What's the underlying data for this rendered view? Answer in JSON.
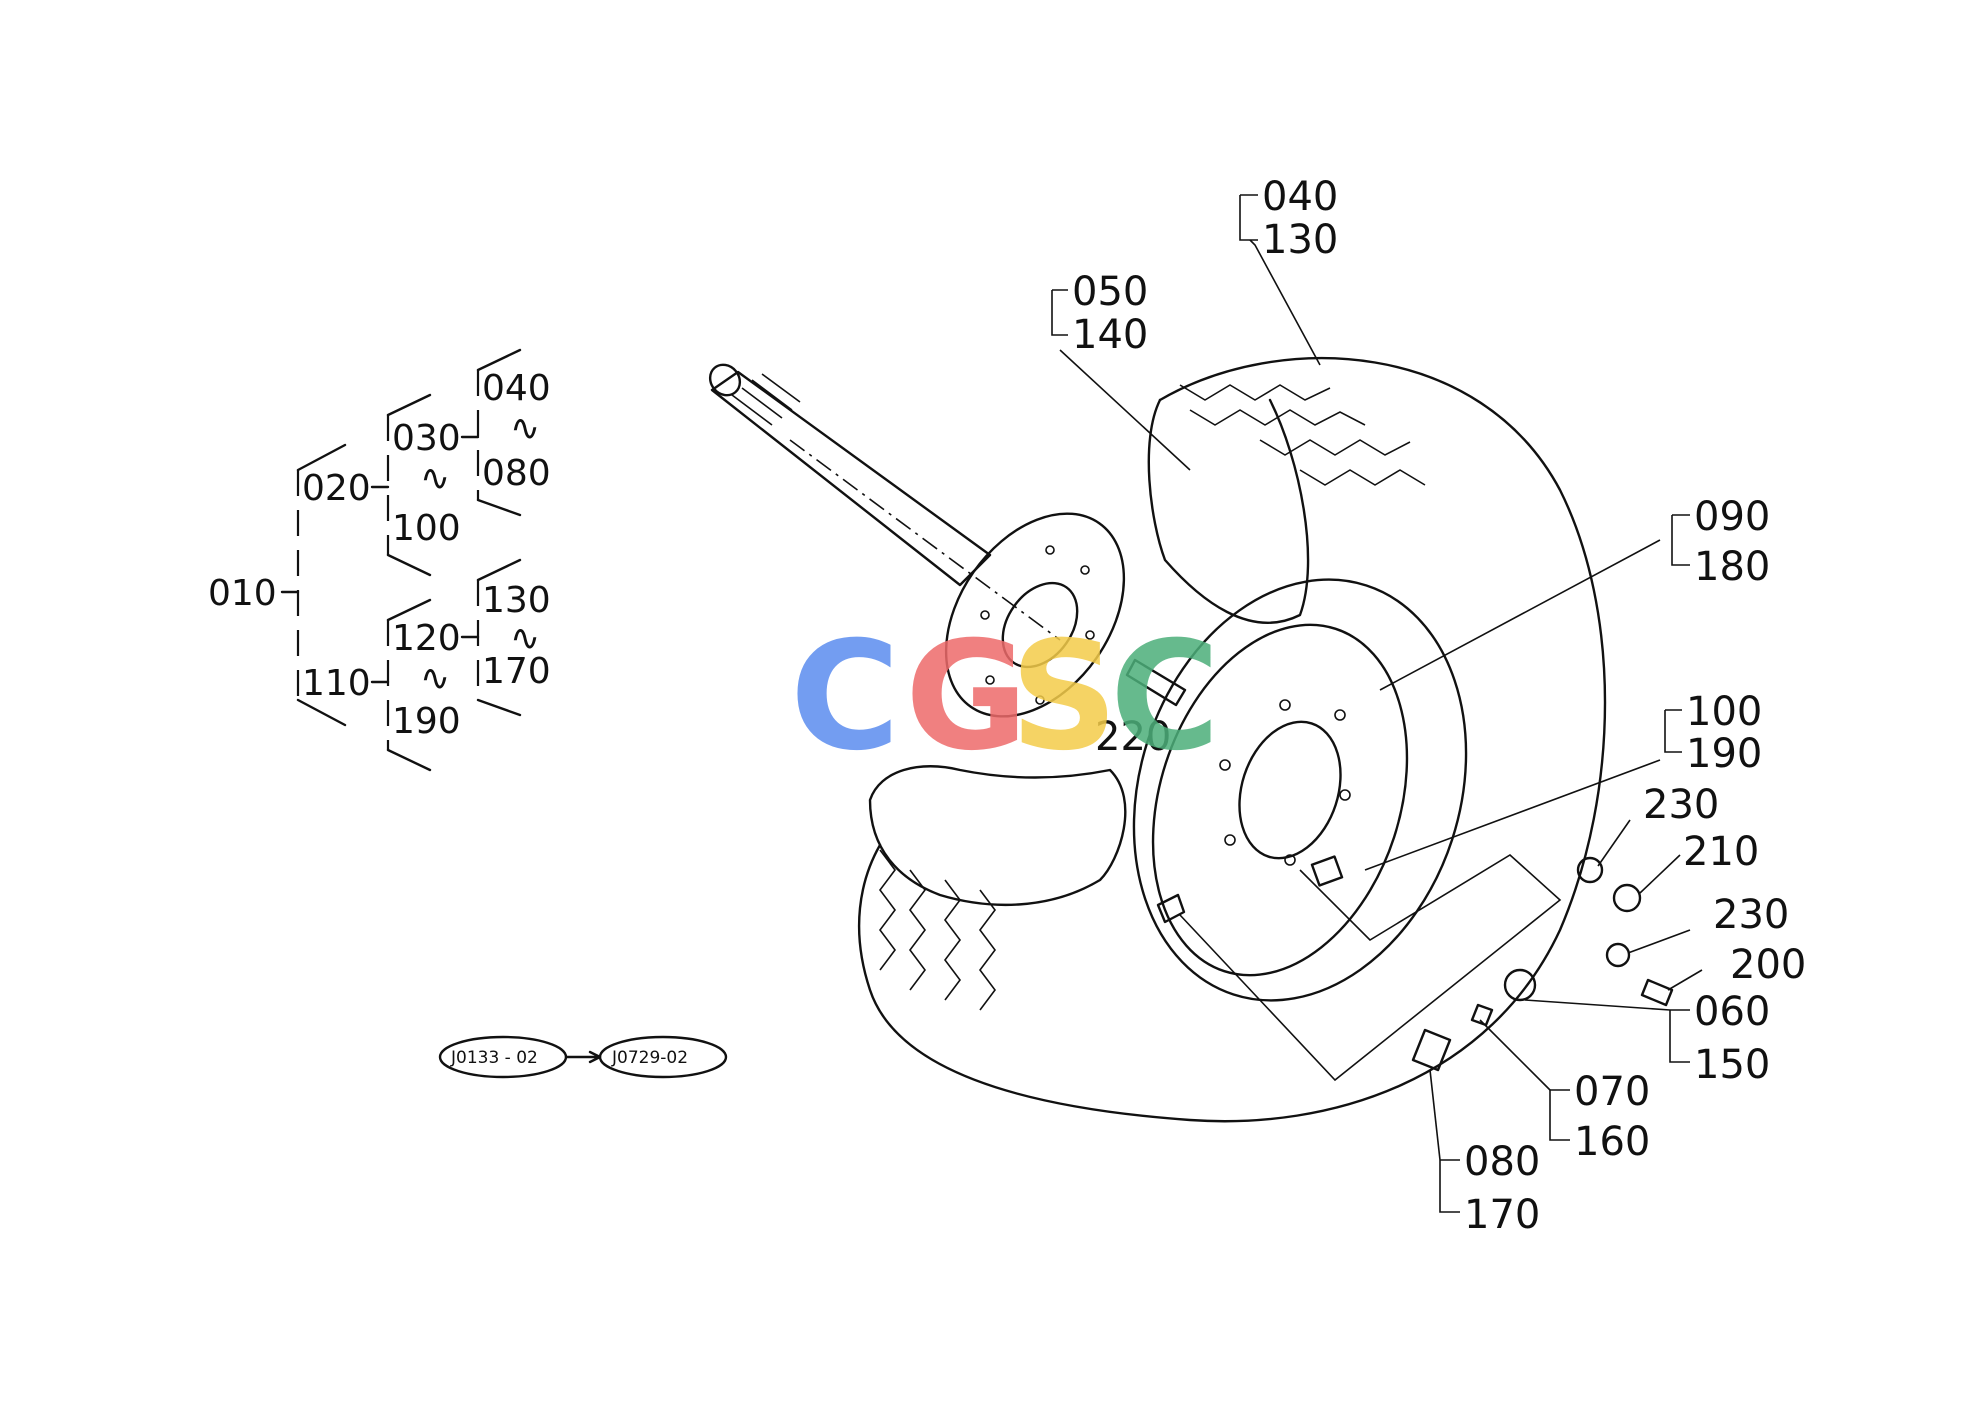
{
  "tree": {
    "n010": "010",
    "n020": "020",
    "n030": "030",
    "n040": "040",
    "n080": "080",
    "n100": "100",
    "n110": "110",
    "n120": "120",
    "n130": "130",
    "n170": "170",
    "n190": "190",
    "tilde": "∿"
  },
  "serial": {
    "from": "J0133 - 02",
    "to": "J0729-02"
  },
  "callouts": {
    "c040": "040",
    "c130": "130",
    "c050": "050",
    "c140": "140",
    "c090": "090",
    "c180": "180",
    "c100": "100",
    "c190": "190",
    "c230a": "230",
    "c210": "210",
    "c230b": "230",
    "c200": "200",
    "c060": "060",
    "c150": "150",
    "c070": "070",
    "c160": "160",
    "c080": "080",
    "c170": "170",
    "c220": "220"
  },
  "watermark": {
    "letters": [
      "C",
      "G",
      "S",
      "C"
    ],
    "colors": [
      "#5b8def",
      "#ee6b6b",
      "#f4cc4a",
      "#4caf7a"
    ]
  }
}
